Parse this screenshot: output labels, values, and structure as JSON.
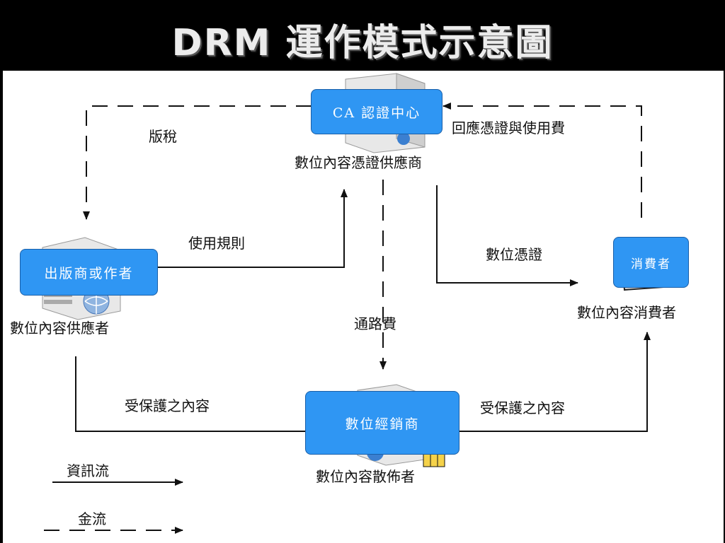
{
  "title": "DRM 運作模式示意圖",
  "nodes": {
    "ca": {
      "box_label": "CA 認證中心",
      "caption": "數位內容憑證供應商"
    },
    "publisher": {
      "box_label": "出版商或作者",
      "caption": "數位內容供應者"
    },
    "consumer": {
      "box_label": "消費者",
      "caption": "數位內容消費者"
    },
    "distributor": {
      "box_label": "數位經銷商",
      "caption": "數位內容散佈者"
    }
  },
  "edges": {
    "royalty": "版稅",
    "license_fee_return": "回應憑證與使用費",
    "usage_rules": "使用規則",
    "digital_license": "數位憑證",
    "channel_fee": "通路費",
    "protected_content_left": "受保護之內容",
    "protected_content_right": "受保護之內容"
  },
  "legend": {
    "info_flow": "資訊流",
    "money_flow": "金流"
  },
  "colors": {
    "box_fill": "#2f96f3",
    "title_text": "#ececec"
  }
}
